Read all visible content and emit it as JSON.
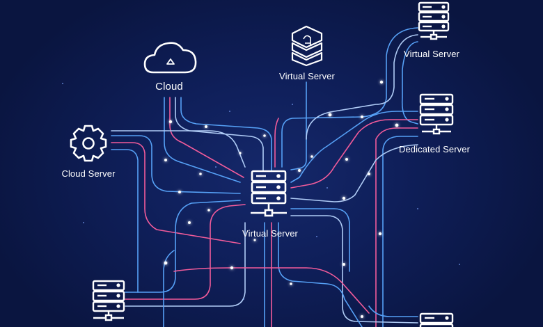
{
  "nodes": {
    "cloud": {
      "label": "Cloud",
      "icon": "cloud-icon"
    },
    "cloud_server": {
      "label": "Cloud Server",
      "icon": "gear-icon"
    },
    "virtual_server_top": {
      "label": "Virtual Server",
      "icon": "server-stack-icon"
    },
    "virtual_server_top_right": {
      "label": "Virtual Server",
      "icon": "server-rack-icon"
    },
    "dedicated_server": {
      "label": "Dedicated Server",
      "icon": "server-rack-icon"
    },
    "virtual_server_center": {
      "label": "Virtual Server",
      "icon": "server-rack-icon"
    },
    "server_bottom_left": {
      "icon": "server-rack-icon"
    },
    "server_bottom_right": {
      "icon": "server-rack-icon"
    }
  },
  "colors": {
    "background": "#0b1846",
    "line_blue": "#5aa8ff",
    "line_pink": "#ff5f9e",
    "line_light": "#b9d6ff",
    "icon_stroke": "#ffffff"
  }
}
